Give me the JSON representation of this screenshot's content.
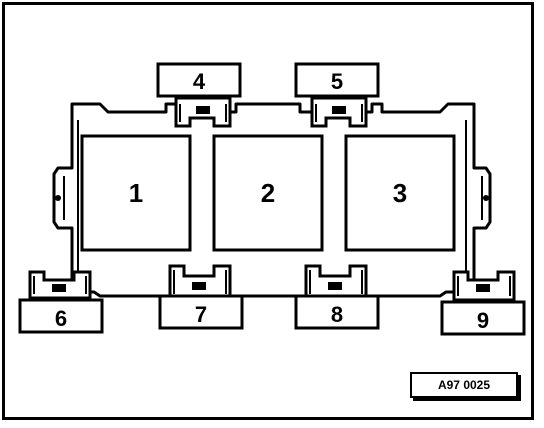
{
  "diagram": {
    "relays": [
      {
        "id": "relay-1",
        "label": "1"
      },
      {
        "id": "relay-2",
        "label": "2"
      },
      {
        "id": "relay-3",
        "label": "3"
      }
    ],
    "sockets_top": [
      {
        "id": "socket-4",
        "label": "4"
      },
      {
        "id": "socket-5",
        "label": "5"
      }
    ],
    "sockets_bottom": [
      {
        "id": "socket-6",
        "label": "6"
      },
      {
        "id": "socket-7",
        "label": "7"
      },
      {
        "id": "socket-8",
        "label": "8"
      },
      {
        "id": "socket-9",
        "label": "9"
      }
    ],
    "figure_code": "A97 0025"
  },
  "colors": {
    "line": "#000000",
    "background": "#ffffff"
  }
}
